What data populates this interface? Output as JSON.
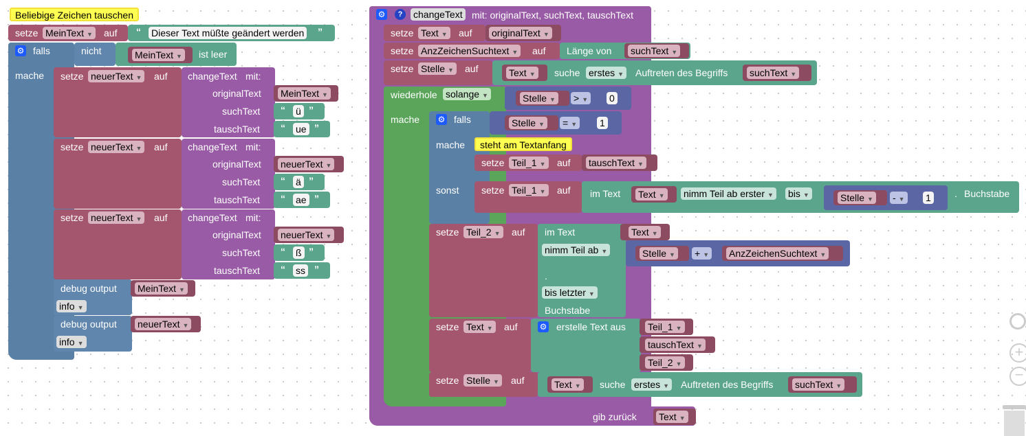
{
  "left": {
    "comment": "Beliebige Zeichen tauschen",
    "setze1": {
      "kw": "setze",
      "var": "MeinText",
      "auf": "auf",
      "value": "Dieser Text müßte geändert werden"
    },
    "falls": {
      "kw": "falls",
      "nicht": "nicht",
      "var": "MeinText",
      "ist_leer": "ist leer",
      "mache": "mache"
    },
    "change_blocks": [
      {
        "setze": "setze",
        "var": "neuerText",
        "auf": "auf",
        "fn": "changeText",
        "mit": "mit:",
        "p1": "originalText",
        "v1": "MeinText",
        "p2": "suchText",
        "v2": "ü",
        "p3": "tauschText",
        "v3": "ue"
      },
      {
        "setze": "setze",
        "var": "neuerText",
        "auf": "auf",
        "fn": "changeText",
        "mit": "mit:",
        "p1": "originalText",
        "v1": "neuerText",
        "p2": "suchText",
        "v2": "ä",
        "p3": "tauschText",
        "v3": "ae"
      },
      {
        "setze": "setze",
        "var": "neuerText",
        "auf": "auf",
        "fn": "changeText",
        "mit": "mit:",
        "p1": "originalText",
        "v1": "neuerText",
        "p2": "suchText",
        "v2": "ß",
        "p3": "tauschText",
        "v3": "ss"
      }
    ],
    "debug": [
      {
        "label": "debug output",
        "var": "MeinText",
        "level": "info"
      },
      {
        "label": "debug output",
        "var": "neuerText",
        "level": "info"
      }
    ]
  },
  "right": {
    "fn_name": "changeText",
    "fn_params": "mit: originalText, suchText, tauschText",
    "s1": {
      "kw": "setze",
      "var": "Text",
      "auf": "auf",
      "val": "originalText"
    },
    "s2": {
      "kw": "setze",
      "var": "AnzZeichenSuchtext",
      "auf": "auf",
      "lbl": "Länge von",
      "val": "suchText"
    },
    "s3": {
      "kw": "setze",
      "var": "Stelle",
      "auf": "auf",
      "a": "Text",
      "suche": "suche",
      "mode": "erstes",
      "rest": "Auftreten des Begriffs",
      "b": "suchText"
    },
    "loop": {
      "kw": "wiederhole",
      "mode": "solange",
      "a": "Stelle",
      "op": ">",
      "n": "0",
      "mache": "mache"
    },
    "if": {
      "kw": "falls",
      "a": "Stelle",
      "op": "=",
      "n": "1",
      "mache": "mache",
      "sonst": "sonst",
      "comment": "steht am Textanfang"
    },
    "t1a": {
      "kw": "setze",
      "var": "Teil_1",
      "auf": "auf",
      "val": "tauschText"
    },
    "t1b": {
      "kw": "setze",
      "var": "Teil_1",
      "auf": "auf",
      "im": "im Text",
      "a": "Text",
      "mode": "nimm Teil ab erster",
      "bis": "bis",
      "b": "Stelle",
      "op": "-",
      "n": "1",
      "end": ".",
      "buch": "Buchstabe"
    },
    "t2": {
      "kw": "setze",
      "var": "Teil_2",
      "auf": "auf",
      "im": "im Text",
      "a": "Text",
      "mode": "nimm Teil ab",
      "b": "Stelle",
      "op": "+",
      "c": "AnzZeichenSuchtext",
      "dot": ".",
      "bis": "bis letzter",
      "buch": "Buchstabe"
    },
    "t3": {
      "kw": "setze",
      "var": "Text",
      "auf": "auf",
      "lbl": "erstelle Text aus",
      "items": [
        "Teil_1",
        "tauschText",
        "Teil_2"
      ]
    },
    "t4": {
      "kw": "setze",
      "var": "Stelle",
      "auf": "auf",
      "a": "Text",
      "suche": "suche",
      "mode": "erstes",
      "rest": "Auftreten des Begriffs",
      "b": "suchText"
    },
    "ret": {
      "kw": "gib zurück",
      "val": "Text"
    }
  },
  "icons": {
    "gear": "gear-icon",
    "help": "help-icon",
    "target": "target-icon",
    "zoom_in": "zoom-in-icon",
    "zoom_out": "zoom-out-icon",
    "trash": "trash-icon"
  },
  "colors": {
    "variable": "#a5566f",
    "logic": "#5b80a5",
    "function": "#995ba5",
    "text": "#5ba58c",
    "loop": "#5ba55b",
    "math": "#5b67a5"
  }
}
